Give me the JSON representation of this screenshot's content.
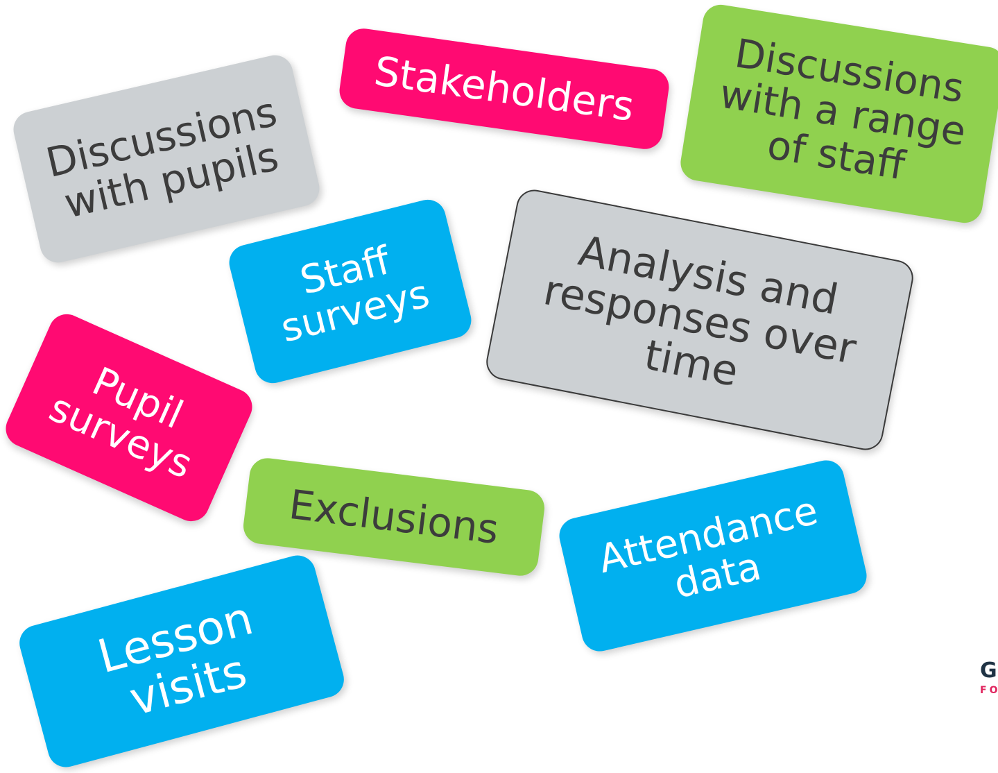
{
  "cards": {
    "discussions_pupils": {
      "text": "Discussions\nwith pupils",
      "color": "#ccd0d3"
    },
    "stakeholders": {
      "text": "Stakeholders",
      "color": "#ff0a72"
    },
    "discussions_staff": {
      "text": "Discussions\nwith a range\nof staff",
      "color": "#90d14f"
    },
    "staff_surveys": {
      "text": "Staff\nsurveys",
      "color": "#01b0ef"
    },
    "analysis": {
      "text": "Analysis and\nresponses over\ntime",
      "color": "#ccd0d3"
    },
    "pupil_surveys": {
      "text": "Pupil\nsurveys",
      "color": "#ff0a72"
    },
    "exclusions": {
      "text": "Exclusions",
      "color": "#90d14f"
    },
    "attendance": {
      "text": "Attendance\ndata",
      "color": "#01b0ef"
    },
    "lesson_visits": {
      "text": "Lesson\nvisits",
      "color": "#01b0ef"
    }
  },
  "logo": {
    "top": "G",
    "bottom": "FO"
  }
}
